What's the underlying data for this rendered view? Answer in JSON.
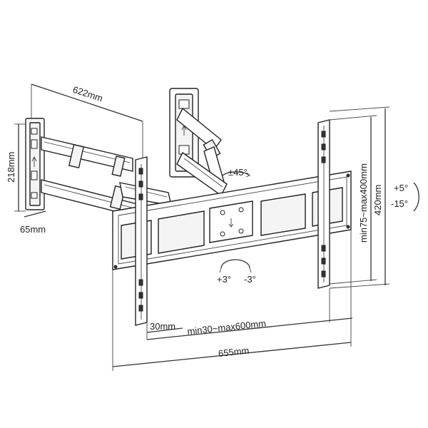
{
  "dimensions": {
    "arm_length": "622mm",
    "wall_plate_height": "218mm",
    "wall_plate_width": "65mm",
    "swivel": "±45°",
    "tilt_up": "+5°",
    "tilt_down": "-15°",
    "vesa_vertical": "min75~max400mm",
    "bracket_height": "420mm",
    "rotate_plus": "+3°",
    "rotate_minus": "-3°",
    "min_gap": "30mm",
    "vesa_horizontal": "min30~max600mm",
    "total_width": "655mm"
  }
}
